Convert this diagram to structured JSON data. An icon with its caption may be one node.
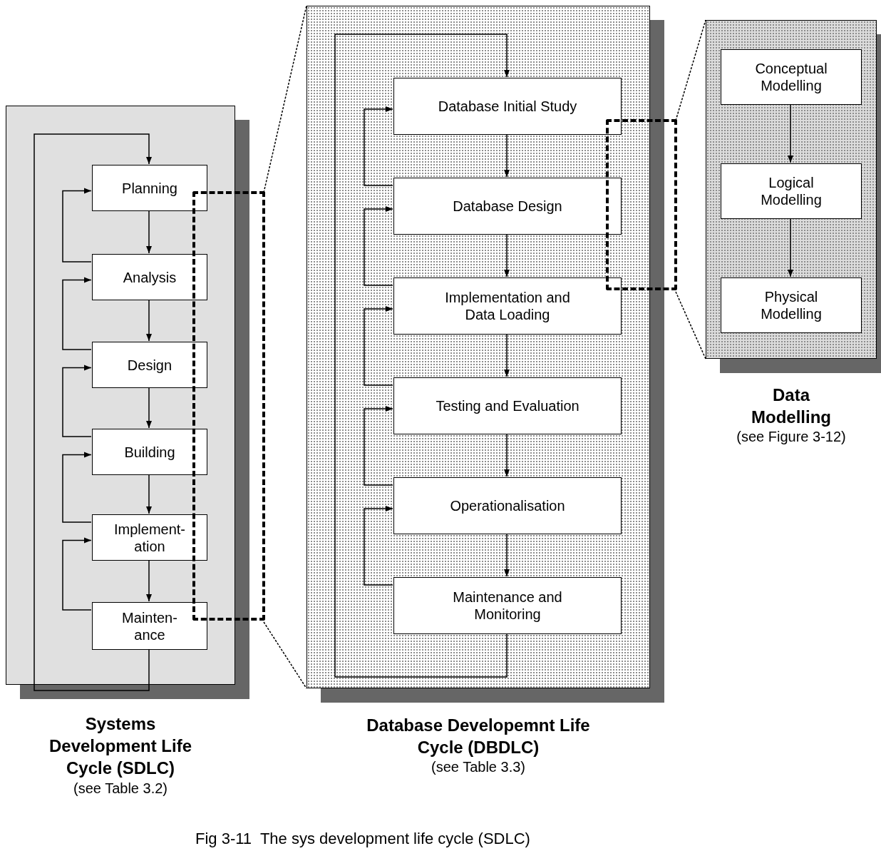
{
  "diagram": {
    "caption": "Fig 3-11  The sys development life cycle (SDLC)",
    "nodes": [
      {
        "text": [
          "Systems Development Life Cycle (SDLC)",
          "(see Table 3.2)"
        ]
      },
      {
        "text": [
          "Planning"
        ],
        "in": 0
      },
      {
        "text": [
          "Analysis"
        ],
        "in": 0
      },
      {
        "text": [
          "Design"
        ],
        "in": 0
      },
      {
        "text": [
          "Building"
        ],
        "in": 0
      },
      {
        "text": [
          "Implement-ation"
        ],
        "in": 0
      },
      {
        "text": [
          "Mainten-ance"
        ],
        "in": 0
      },
      {
        "text": [
          "Database Developemnt Life Cycle (DBDLC)",
          "(see Table 3.3)"
        ]
      },
      {
        "text": [
          "Database Initial Study"
        ],
        "in": 7
      },
      {
        "text": [
          "Database Design"
        ],
        "in": 7
      },
      {
        "text": [
          "Implementation and Data Loading"
        ],
        "in": 7
      },
      {
        "text": [
          "Testing and Evaluation"
        ],
        "in": 7
      },
      {
        "text": [
          "Operationalisation"
        ],
        "in": 7
      },
      {
        "text": [
          "Maintenance and Monitoring"
        ],
        "in": 7
      },
      {
        "text": [
          "Data Modelling",
          "(see Figure 3-12)"
        ]
      },
      {
        "text": [
          "Conceptual Modelling"
        ],
        "in": 14
      },
      {
        "text": [
          "Logical Modelling"
        ],
        "in": 14
      },
      {
        "text": [
          "Physical Modelling"
        ],
        "in": 14
      },
      {
        "text": [],
        "shape": "box"
      },
      {
        "text": [],
        "shape": "box"
      }
    ],
    "edges": [
      {
        "from": 1,
        "to": 2,
        "arrow": "to"
      },
      {
        "from": 2,
        "to": 3,
        "arrow": "to"
      },
      {
        "from": 3,
        "to": 4,
        "arrow": "to"
      },
      {
        "from": 4,
        "to": 5,
        "arrow": "to"
      },
      {
        "from": 5,
        "to": 6,
        "arrow": "to"
      },
      {
        "from": 2,
        "to": 1,
        "arrow": "to"
      },
      {
        "from": 3,
        "to": 2,
        "arrow": "to"
      },
      {
        "from": 4,
        "to": 3,
        "arrow": "to"
      },
      {
        "from": 5,
        "to": 4,
        "arrow": "to"
      },
      {
        "from": 6,
        "to": 5,
        "arrow": "to"
      },
      {
        "from": 6,
        "to": 1,
        "arrow": "to"
      },
      {
        "from": 8,
        "to": 9,
        "arrow": "to"
      },
      {
        "from": 9,
        "to": 10,
        "arrow": "to"
      },
      {
        "from": 10,
        "to": 11,
        "arrow": "to"
      },
      {
        "from": 11,
        "to": 12,
        "arrow": "to"
      },
      {
        "from": 12,
        "to": 13,
        "arrow": "to"
      },
      {
        "from": 9,
        "to": 8,
        "arrow": "to"
      },
      {
        "from": 10,
        "to": 9,
        "arrow": "to"
      },
      {
        "from": 11,
        "to": 10,
        "arrow": "to"
      },
      {
        "from": 12,
        "to": 11,
        "arrow": "to"
      },
      {
        "from": 13,
        "to": 12,
        "arrow": "to"
      },
      {
        "from": 13,
        "to": 8,
        "arrow": "to"
      },
      {
        "from": 15,
        "to": 16,
        "arrow": "to"
      },
      {
        "from": 16,
        "to": 17,
        "arrow": "to"
      },
      {
        "from": 18,
        "to": 7,
        "arrow": "none",
        "style": "dashed"
      },
      {
        "from": 18,
        "to": 7,
        "arrow": "none",
        "style": "dashed"
      },
      {
        "from": 19,
        "to": 14,
        "arrow": "none",
        "style": "dashed"
      },
      {
        "from": 19,
        "to": 14,
        "arrow": "none",
        "style": "dashed"
      }
    ]
  }
}
